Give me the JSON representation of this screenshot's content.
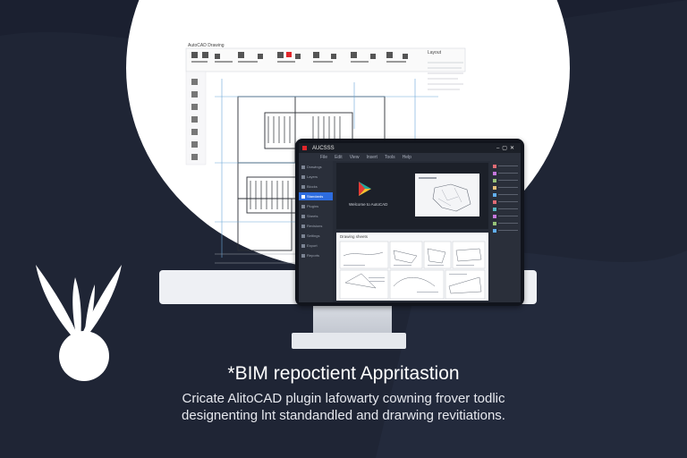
{
  "app": {
    "window_title": "AUCSSS",
    "menu": [
      "File",
      "Edit",
      "View",
      "Insert",
      "Tools",
      "Help"
    ],
    "viewport_caption": "Welcome to AutoCAD",
    "sheets_title": "Drawing sheets",
    "cad_header": "AutoCAD Drawing",
    "cad_header_right": "Layout"
  },
  "sidebar": {
    "items": [
      "Drawings",
      "Layers",
      "Blocks",
      "Standards",
      "Plugins",
      "Sheets",
      "Revisions",
      "Settings",
      "Export",
      "Reports"
    ]
  },
  "headline": {
    "title": "*BIM repoctient Appritastion",
    "subtitle_line1": "Cricate AlitoCAD plugin lafowarty cowning frover todlic",
    "subtitle_line2": "designenting lnt standandled and drarwing revitiations."
  },
  "colors": {
    "background": "#1b2030",
    "accent": "#2d6cdf",
    "brand_red": "#e1262b",
    "surface": "#ffffff"
  }
}
